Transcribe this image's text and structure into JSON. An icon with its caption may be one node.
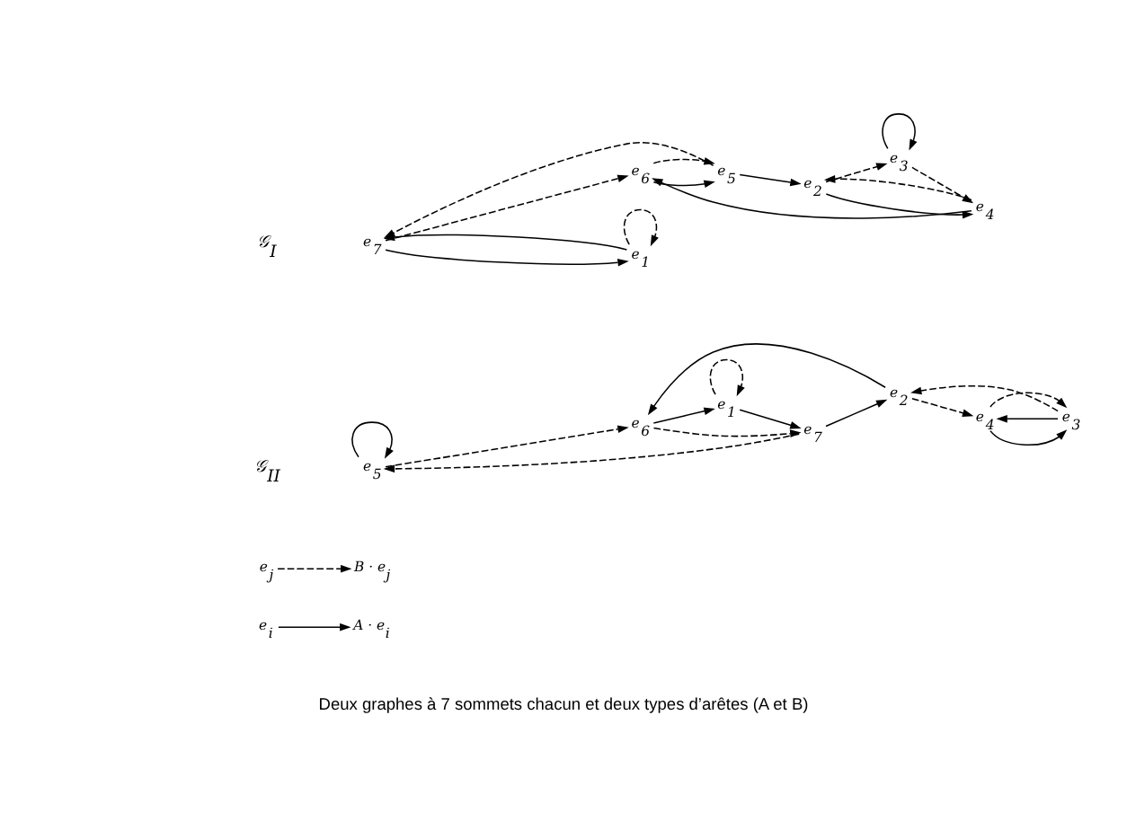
{
  "diagram": {
    "caption": "Deux graphes à 7 sommets chacun et deux types d’arêtes (A et B)",
    "nodes": [
      {
        "text": [
          "e$_{7}$"
        ]
      },
      {
        "text": [
          "e$_{1}$"
        ]
      },
      {
        "text": [
          "e$_{5}$"
        ]
      },
      {
        "text": [
          "e$_{2}$"
        ]
      },
      {
        "text": [
          "e$_{3}$"
        ]
      },
      {
        "text": [
          "e$_{6}$"
        ]
      },
      {
        "text": [
          "e$_{4}$"
        ]
      },
      {
        "text": [
          "e$_{i}$"
        ]
      },
      {
        "text": [
          "A · e$_{i}$"
        ]
      },
      {
        "text": [
          "e$_{j}$"
        ]
      },
      {
        "text": [
          "B · e$_{j}$"
        ]
      },
      {
        "text": [
          "e$_{4}$"
        ]
      },
      {
        "text": [
          "e$_{7}$"
        ]
      },
      {
        "text": [
          "e$_{5}$"
        ]
      },
      {
        "text": [
          "e$_{1}$"
        ]
      },
      {
        "text": [
          "e$_{2}$"
        ]
      },
      {
        "text": [
          "e$_{6}$"
        ]
      },
      {
        "text": [
          "e$_{3}$"
        ]
      }
    ],
    "edges": [
      {
        "from": 0,
        "to": 1,
        "arrow": "to"
      },
      {
        "from": 1,
        "to": 0,
        "arrow": "to"
      },
      {
        "from": 2,
        "to": 3,
        "arrow": "to"
      },
      {
        "from": 3,
        "to": 6,
        "arrow": "to"
      },
      {
        "from": 6,
        "to": 5,
        "arrow": "to"
      },
      {
        "from": 5,
        "to": 2,
        "arrow": "to"
      },
      {
        "from": 4,
        "to": 4,
        "arrow": "to"
      },
      {
        "from": 1,
        "to": 1,
        "arrow": "to",
        "style": "dashed"
      },
      {
        "from": 6,
        "to": 3,
        "arrow": "to",
        "style": "dashed"
      },
      {
        "from": 3,
        "to": 4,
        "arrow": "to",
        "style": "dashed"
      },
      {
        "from": 4,
        "to": 6,
        "arrow": "to",
        "style": "dashed"
      },
      {
        "from": 2,
        "to": 0,
        "arrow": "to",
        "style": "dashed"
      },
      {
        "from": 0,
        "to": 5,
        "arrow": "to",
        "style": "dashed"
      },
      {
        "from": 5,
        "to": 2,
        "arrow": "to",
        "style": "dashed"
      },
      {
        "from": 7,
        "to": 8,
        "arrow": "to"
      },
      {
        "from": 9,
        "to": 10,
        "arrow": "to",
        "style": "dashed"
      },
      {
        "from": 12,
        "to": 15,
        "arrow": "to"
      },
      {
        "from": 15,
        "to": 16,
        "arrow": "to"
      },
      {
        "from": 16,
        "to": 14,
        "arrow": "to"
      },
      {
        "from": 14,
        "to": 12,
        "arrow": "to"
      },
      {
        "from": 13,
        "to": 13,
        "arrow": "to"
      },
      {
        "from": 17,
        "to": 11,
        "arrow": "to"
      },
      {
        "from": 11,
        "to": 17,
        "arrow": "to"
      },
      {
        "from": 14,
        "to": 14,
        "arrow": "to",
        "style": "dashed"
      },
      {
        "from": 12,
        "to": 13,
        "arrow": "to",
        "style": "dashed"
      },
      {
        "from": 13,
        "to": 16,
        "arrow": "to",
        "style": "dashed"
      },
      {
        "from": 16,
        "to": 12,
        "arrow": "to",
        "style": "dashed"
      },
      {
        "from": 15,
        "to": 11,
        "arrow": "to",
        "style": "dashed"
      },
      {
        "from": 17,
        "to": 15,
        "arrow": "to",
        "style": "dashed"
      },
      {
        "from": 11,
        "to": 17,
        "arrow": "to",
        "style": "dashed"
      }
    ],
    "labels": [
      "𝒢$_{I}$",
      "𝒢$_{II}$"
    ]
  }
}
